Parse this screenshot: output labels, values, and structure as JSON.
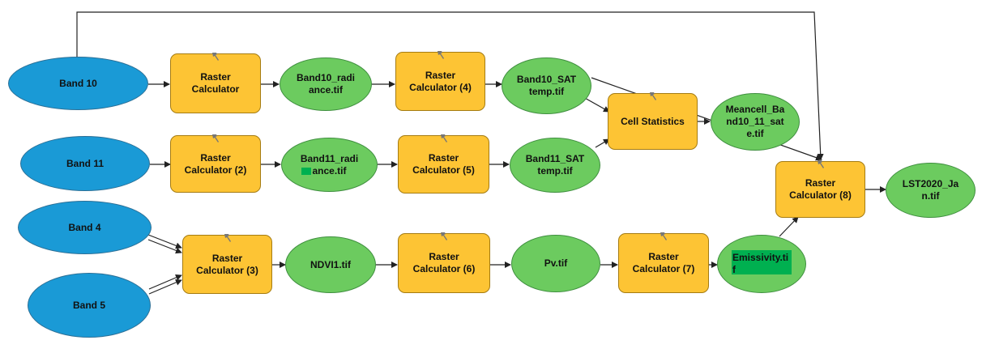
{
  "colors": {
    "input_fill": "#1a9ad6",
    "data_fill": "#6ccb5f",
    "tool_fill": "#fdc434",
    "highlight": "#00b050",
    "line": "#222222"
  },
  "inputs": {
    "band10": "Band 10",
    "band11": "Band 11",
    "band4": "Band 4",
    "band5": "Band 5"
  },
  "tools": {
    "rc1": "Raster Calculator",
    "rc2": "Raster Calculator (2)",
    "rc3": "Raster Calculator (3)",
    "rc4": "Raster Calculator (4)",
    "rc5": "Raster Calculator (5)",
    "rc6": "Raster Calculator (6)",
    "rc7": "Raster Calculator (7)",
    "rc8": "Raster Calculator (8)",
    "cellstats": "Cell Statistics"
  },
  "data": {
    "band10_radiance": "Band10_radiance.tif",
    "band11_radiance": "Band11_radiance.tif",
    "band10_sat": "Band10_SATtemp.tif",
    "band11_sat": "Band11_SATtemp.tif",
    "meancell": "Meancell_Band10_11_sate.tif",
    "ndvi": "NDVI1.tif",
    "pv": "Pv.tif",
    "emissivity": "Emissivity.tif",
    "lst": "LST2020_Jan.tif"
  },
  "icons": {
    "tool": "hammer-icon"
  }
}
